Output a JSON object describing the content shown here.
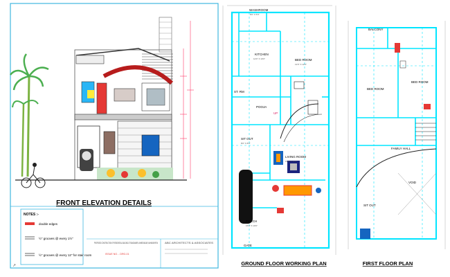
{
  "sheet": {
    "elevation_title": "FRONT ELEVATION DETAILS",
    "ground_title": "GROUND FLOOR WORKING  PLAN",
    "first_title": "FIRST FLOOR   PLAN"
  },
  "notes": {
    "heading": "NOTES :-",
    "items": [
      "double edges",
      "½\" grooves @ every 1½\"",
      "½\" grooves @ every 12\" for stair room"
    ]
  },
  "title_block": {
    "project": "PROPOSED CONSTRUCTION OF RESIDENTIAL BUILDING AT SANGAMNER, AHMEDNAGAR, MAHARASHTRA",
    "sheet_no": "ISSUE NO. - DRG-01",
    "firm": "ABC ARCHITECTS & ASSOCIATES"
  },
  "ground_floor": {
    "rooms": {
      "washroom": "WASHROOM",
      "kitchen": "KITCHEN",
      "bedroom": "BED ROOM",
      "stair": "ST. RM",
      "pooja": "POOJA",
      "up": "UP",
      "sitout": "SIT OUT",
      "living": "LIVING ROOM",
      "porch": "PORCH",
      "gate": "GATE"
    },
    "dims": {
      "washroom": "8'0\" X 5'0\"",
      "kitchen": "12'0\" X 10'0\"",
      "bedroom": "12'0\" X 12'0\"",
      "sitout": "8'0\" X 8'0\"",
      "living": "15'0\" X 12'0\"",
      "porch": "15'0\" X 10'0\""
    }
  },
  "first_floor": {
    "rooms": {
      "balcony": "BALCONY",
      "bedroom1": "BED ROOM",
      "bedroom2": "BED ROOM",
      "family": "FAMILY HALL",
      "void": "VOID",
      "sitout": "SIT OUT"
    }
  },
  "colors": {
    "frame": "#3fb7e0",
    "wall": "#00e5ff",
    "dim": "#ff3b6b",
    "text": "#000000",
    "leaf": "#4caf50",
    "red": "#e53935",
    "yellow": "#ffeb3b",
    "car": "#111111"
  }
}
